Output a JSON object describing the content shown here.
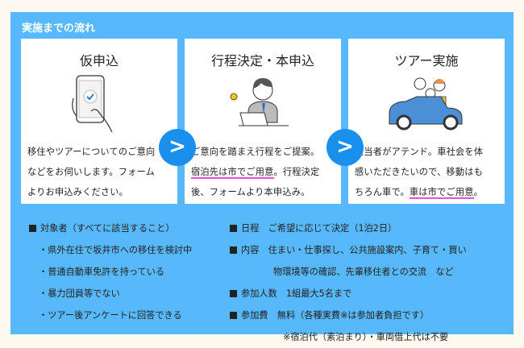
{
  "panel_title": "実施までの流れ",
  "steps": [
    {
      "title": "仮申込",
      "lines": [
        "移住やツアーについてのご意向",
        "などをお伺いします。フォーム",
        "よりお申込みください。"
      ]
    },
    {
      "title": "行程決定・本申込",
      "line1": "ご意向を踏まえ行程をご提案。",
      "line2_hl": "宿泊先は市でご用意",
      "line2_rest": "。行程決定",
      "line3": "後、フォームより本申込み。"
    },
    {
      "title": "ツアー実施",
      "line1": "担当者がアテンド。車社会を体",
      "line2": "感いただきたいので、移動はも",
      "line3_pre": "ちろん車で。",
      "line3_hl": "車は市でご用意",
      "line3_rest": "。"
    }
  ],
  "arrow_label": ">",
  "left_info": {
    "heading": "対象者（すべてに該当すること）",
    "items": [
      "・県外在住で坂井市への移住を検討中",
      "・普通自動車免許を持っている",
      "・暴力団員等でない",
      "・ツアー後アンケートに回答できる"
    ]
  },
  "right_info": {
    "schedule": "日程　ご希望に応じて決定（1泊2日）",
    "content1": "内容　住まい・仕事探し、公共施設案内、子育て・買い",
    "content2": "物環境等の確認、先輩移住者との交流　など",
    "participants": "参加人数　1組最大5名まで",
    "fee": "参加費　無料（各種実費※は参加者負担です）",
    "fee_note": "※宿泊代（素泊まり）・車両借上代は不要"
  }
}
